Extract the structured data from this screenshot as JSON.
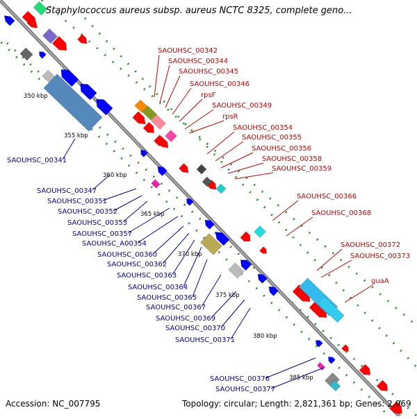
{
  "title": "Staphylococcus aureus subsp. aureus NCTC 8325, complete geno...",
  "footer": {
    "accession": "Accession: NC_007795",
    "summary": "Topology: circular; Length: 2,821,361 bp; Genes: 2,969"
  },
  "colors": {
    "backbone": "#888888",
    "forward_label": "#cc0000",
    "reverse_label": "#0000aa",
    "forward_gene": "#ff0000",
    "reverse_gene": "#0000ff",
    "tick_dots": "#2a8f2a"
  },
  "scale_ticks": [
    "350 kbp",
    "355 kbp",
    "360 kbp",
    "365 kbp",
    "370 kbp",
    "375 kbp",
    "380 kbp",
    "385 kbp"
  ],
  "labels_forward": [
    "SAOUHSC_00342",
    "SAOUHSC_00344",
    "SAOUHSC_00345",
    "SAOUHSC_00346",
    "rpsF",
    "SAOUHSC_00349",
    "rpsR",
    "SAOUHSC_00354",
    "SAOUHSC_00355",
    "SAOUHSC_00356",
    "SAOUHSC_00358",
    "SAOUHSC_00359",
    "SAOUHSC_00366",
    "SAOUHSC_00368",
    "SAOUHSC_00372",
    "SAOUHSC_00373",
    "guaA"
  ],
  "labels_reverse": [
    "SAOUHSC_00341",
    "SAOUHSC_00347",
    "SAOUHSC_00351",
    "SAOUHSC_00352",
    "SAOUHSC_00353",
    "SAOUHSC_00357",
    "SAOUHSC_A00354",
    "SAOUHSC_00360",
    "SAOUHSC_00362",
    "SAOUHSC_00363",
    "SAOUHSC_00364",
    "SAOUHSC_00365",
    "SAOUHSC_00367",
    "SAOUHSC_00369",
    "SAOUHSC_00370",
    "SAOUHSC_00371",
    "SAOUHSC_00376",
    "SAOUHSC_00377"
  ]
}
